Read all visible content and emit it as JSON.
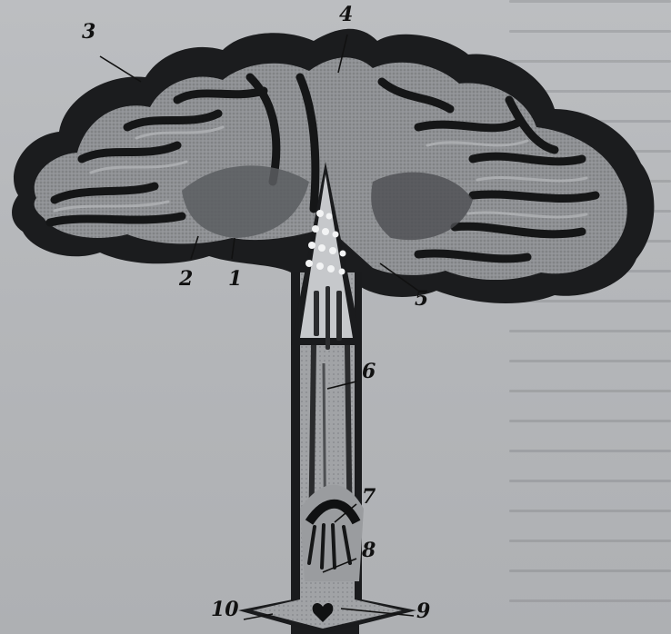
{
  "figure": {
    "callouts": [
      "1",
      "2",
      "3",
      "4",
      "5",
      "6",
      "7",
      "8",
      "9",
      "10"
    ]
  }
}
